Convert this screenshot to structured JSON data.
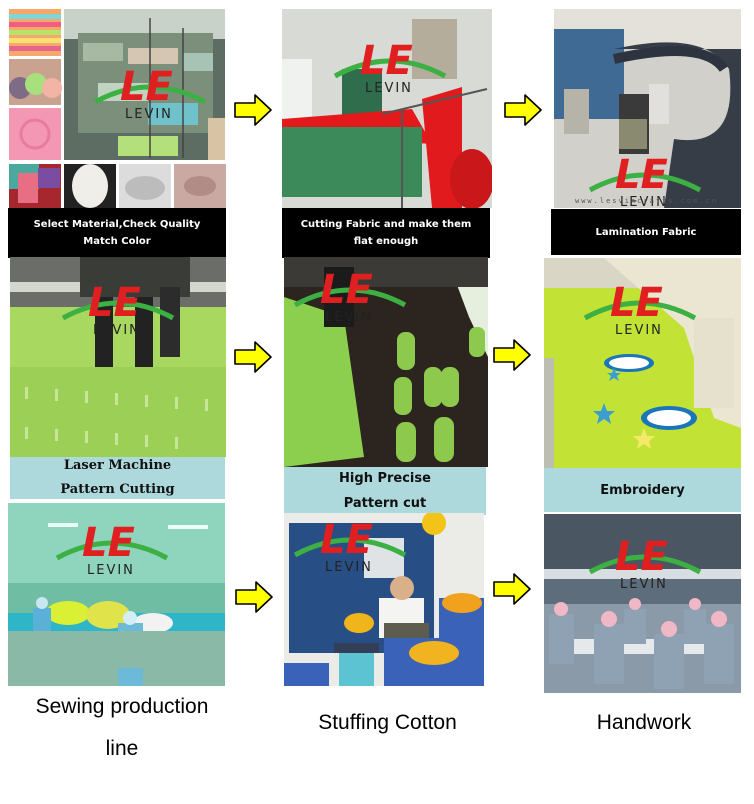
{
  "brand": {
    "name": "LEVIN",
    "logo_mark": "LE",
    "logo_red": "#e02020",
    "logo_green": "#3cb043",
    "website_watermark": "www.lesvincrafts.com.cn"
  },
  "arrow_color": "#ffff00",
  "steps": [
    {
      "id": "select-material",
      "caption_lines": [
        "Select  Material,Check Quality",
        "Match Color"
      ],
      "caption_style": "dark"
    },
    {
      "id": "cutting-fabric",
      "caption_lines": [
        "Cutting Fabric and make them",
        "flat enough"
      ],
      "caption_style": "dark"
    },
    {
      "id": "lamination-fabric",
      "caption_lines": [
        "Lamination Fabric"
      ],
      "caption_style": "dark"
    },
    {
      "id": "laser-machine",
      "caption_lines": [
        "Laser Machine",
        "Pattern Cutting"
      ],
      "caption_style": "light-serif"
    },
    {
      "id": "high-precise",
      "caption_lines": [
        "High Precise",
        "Pattern cut"
      ],
      "caption_style": "light-sans"
    },
    {
      "id": "embroidery",
      "caption_lines": [
        "Embroidery"
      ],
      "caption_style": "light-sans"
    },
    {
      "id": "sewing",
      "caption_lines": [
        "Sewing production",
        "line"
      ],
      "caption_style": "plain"
    },
    {
      "id": "stuffing",
      "caption_lines": [
        "Stuffing Cotton"
      ],
      "caption_style": "plain"
    },
    {
      "id": "handwork",
      "caption_lines": [
        "Handwork"
      ],
      "caption_style": "plain"
    }
  ]
}
